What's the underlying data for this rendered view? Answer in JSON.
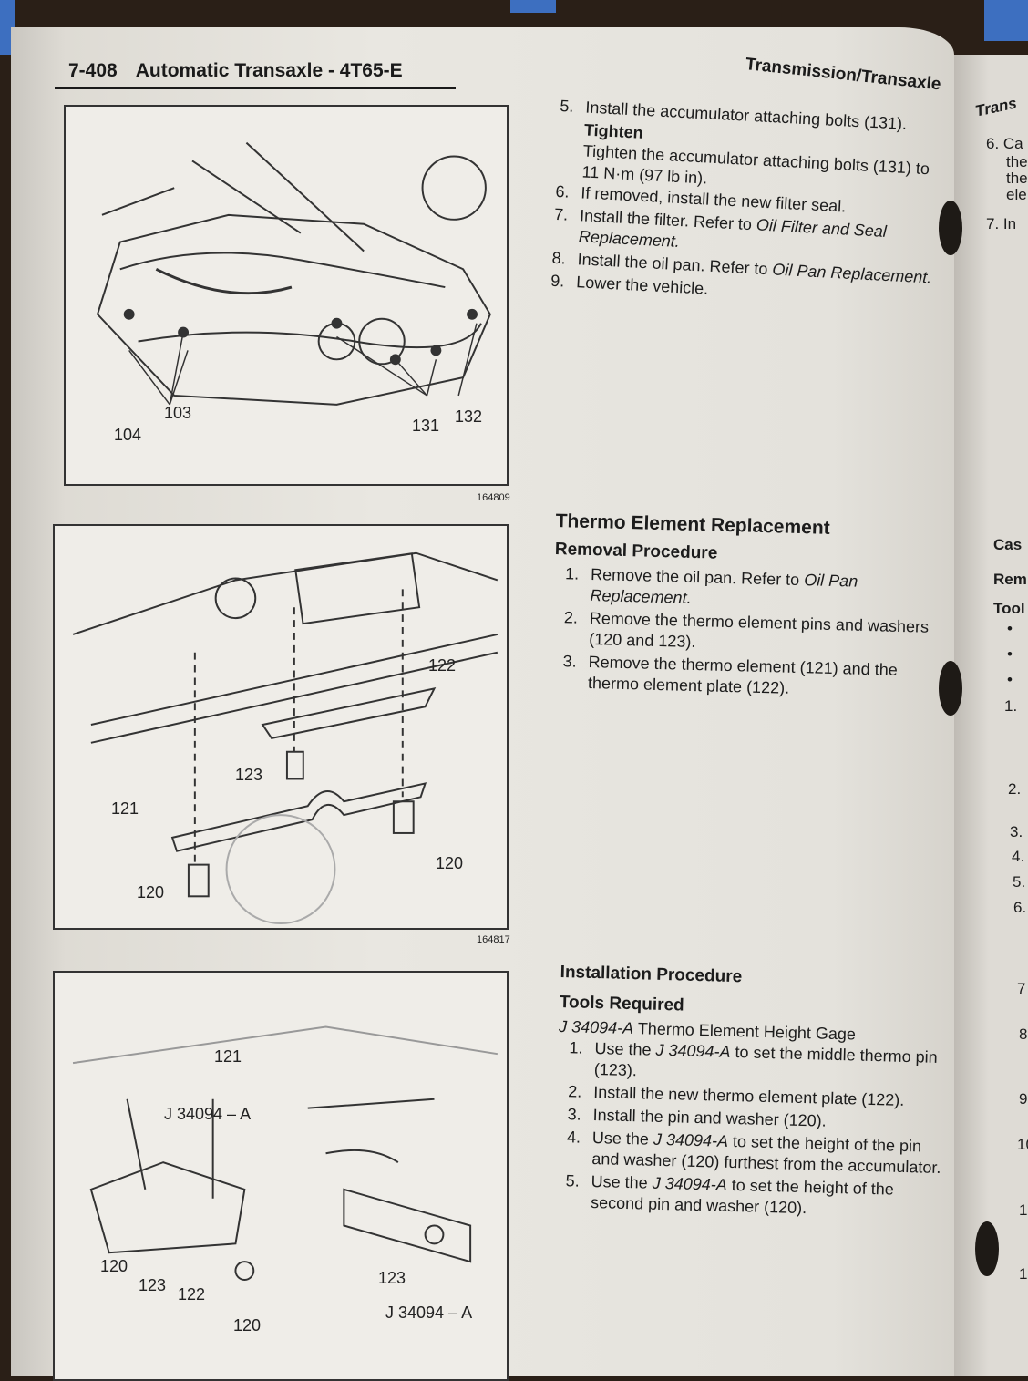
{
  "header": {
    "page_number": "7-408",
    "title": "Automatic Transaxle - 4T65-E",
    "section": "Transmission/Transaxle"
  },
  "figures": [
    {
      "number": "164809",
      "callouts": [
        "103",
        "104",
        "131",
        "132"
      ]
    },
    {
      "number": "164817",
      "callouts": [
        "122",
        "123",
        "121",
        "120",
        "120"
      ]
    },
    {
      "callouts": [
        "121",
        "J 34094 – A",
        "120",
        "123",
        "122",
        "120",
        "123",
        "J 34094 – A"
      ]
    }
  ],
  "install_steps_top": [
    {
      "n": "5.",
      "text": "Install the accumulator attaching bolts (131)."
    },
    {
      "tighten_label": "Tighten",
      "tighten_text": "Tighten the accumulator attaching bolts (131) to 11 N·m (97 lb in)."
    },
    {
      "n": "6.",
      "text": "If removed, install the new filter seal."
    },
    {
      "n": "7.",
      "text": "Install the filter. Refer to ",
      "ref": "Oil Filter and Seal Replacement."
    },
    {
      "n": "8.",
      "text": "Install the oil pan. Refer to ",
      "ref": "Oil Pan Replacement."
    },
    {
      "n": "9.",
      "text": "Lower the vehicle."
    }
  ],
  "thermo": {
    "title": "Thermo Element Replacement",
    "removal_title": "Removal Procedure",
    "removal_steps": [
      {
        "n": "1.",
        "text": "Remove the oil pan. Refer to ",
        "ref": "Oil Pan Replacement."
      },
      {
        "n": "2.",
        "text": "Remove the thermo element pins and washers (120 and 123)."
      },
      {
        "n": "3.",
        "text": "Remove the thermo element (121) and the thermo element plate (122)."
      }
    ],
    "install_title": "Installation Procedure",
    "tools_title": "Tools Required",
    "tool": {
      "id": "J 34094-A",
      "name": " Thermo Element Height Gage"
    },
    "install_steps": [
      {
        "n": "1.",
        "pre": "Use the ",
        "tool": "J 34094-A",
        "post": " to set the middle thermo pin (123)."
      },
      {
        "n": "2.",
        "pre": "Install the new thermo element plate (122).",
        "tool": "",
        "post": ""
      },
      {
        "n": "3.",
        "pre": "Install the pin and washer (120).",
        "tool": "",
        "post": ""
      },
      {
        "n": "4.",
        "pre": "Use the ",
        "tool": "J 34094-A",
        "post": " to set the height of the pin and washer (120) furthest from the accumulator."
      },
      {
        "n": "5.",
        "pre": "Use the ",
        "tool": "J 34094-A",
        "post": " to set the height of the second pin and washer (120)."
      }
    ]
  },
  "right_page": {
    "header": "Trans",
    "lines_top": [
      "6. Ca",
      "the",
      "the",
      "ele",
      "7. In"
    ],
    "headings": [
      "Cas",
      "Rem",
      "Tool"
    ],
    "numbers": [
      "1.",
      "2.",
      "3.",
      "4.",
      "5.",
      "6.",
      "7",
      "8",
      "9",
      "10",
      "1",
      "1"
    ]
  }
}
